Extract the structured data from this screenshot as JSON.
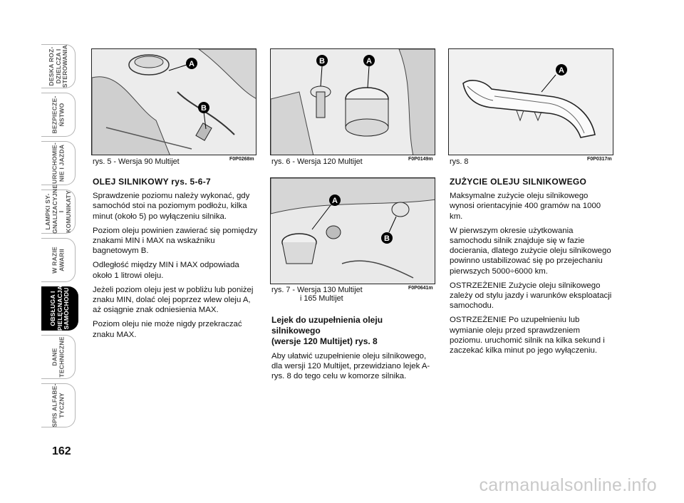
{
  "tabs": [
    {
      "label": "DESKA ROZ-\nDZIELCZA I\nSTEROWANIA",
      "active": false
    },
    {
      "label": "BEZPIECZE-\nŃSTWO",
      "active": false
    },
    {
      "label": "URUCHOMIE-\nNIE I JAZDA",
      "active": false
    },
    {
      "label": "LAMPKI SY-\nGNALIZACYJNE\nI KOMUNIKATY",
      "active": false
    },
    {
      "label": "W RAZIE\nAWARII",
      "active": false
    },
    {
      "label": "OBSŁUGA I\nPIELĘGNACJA\nSAMOCHODU",
      "active": true
    },
    {
      "label": "DANE\nTECHNICZNE",
      "active": false
    },
    {
      "label": "SPIS ALFABE-\nTYCZNY",
      "active": false
    }
  ],
  "page_number": "162",
  "figures": [
    {
      "caption": "rys. 5 - Wersja 90 Multijet",
      "code": "F0P0268m",
      "badges": [
        "A",
        "B"
      ]
    },
    {
      "caption": "rys. 6 - Wersja 120 Multijet",
      "code": "F0P0149m",
      "badges": [
        "B",
        "A"
      ]
    },
    {
      "caption": "rys. 8",
      "code": "F0P0317m",
      "badges": [
        "A"
      ]
    },
    {
      "caption_line1": "rys. 7 - Wersja 130 Multijet",
      "caption_line2": "i 165 Multijet",
      "code": "F0P0641m",
      "badges": [
        "A",
        "B"
      ]
    }
  ],
  "col1": {
    "heading": "OLEJ SILNIKOWY rys. 5-6-7",
    "p1": "Sprawdzenie poziomu należy wykonać, gdy samochód stoi na poziomym podłożu, kilka minut (około 5) po wyłączeniu silnika.",
    "p2": "Poziom oleju powinien zawierać się pomiędzy znakami MIN i MAX na wskaźniku bagnetowym B.",
    "p3": "Odległość między MIN i MAX odpowiada około 1 litrowi oleju.",
    "p4": "Jeżeli poziom oleju jest w pobliżu lub poniżej znaku MIN, dolać olej poprzez wlew oleju A, aż osiągnie znak odniesienia MAX.",
    "p5": "Poziom oleju nie może nigdy przekraczać znaku MAX."
  },
  "col2": {
    "heading": "Lejek do uzupełnienia oleju\nsilnikowego\n(wersje 120 Multijet) rys. 8",
    "p1": "Aby ułatwić uzupełnienie oleju silnikowego, dla wersji 120 Multijet, przewidziano lejek A-rys. 8 do tego celu w komorze silnika."
  },
  "col3": {
    "heading": "ZUŻYCIE OLEJU SILNIKOWEGO",
    "p1": "Maksymalne zużycie oleju silnikowego wynosi orientacyjnie 400 gramów na 1000 km.",
    "p2": "W pierwszym okresie użytkowania samochodu silnik znajduje się w fazie docierania, dlatego zużycie oleju silnikowego powinno ustabilizować się po przejechaniu pierwszych 5000÷6000 km.",
    "p3": "OSTRZEŻENIE Zużycie oleju silnikowego zależy od stylu jazdy i warunków eksploatacji samochodu.",
    "p4": "OSTRZEŻENIE Po uzupełnieniu lub wymianie oleju przed sprawdzeniem poziomu. uruchomić silnik na kilka sekund i zaczekać kilka minut po jego wyłączeniu."
  },
  "watermark": "carmanualsonline.info"
}
